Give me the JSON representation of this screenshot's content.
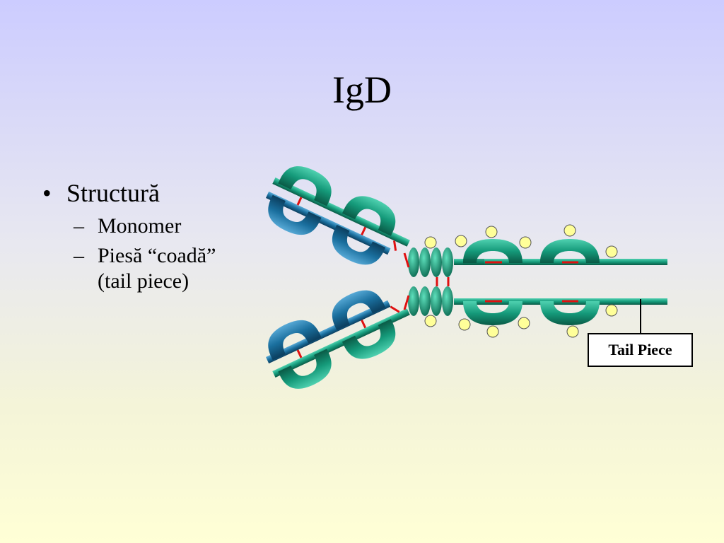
{
  "slide": {
    "title": "IgD",
    "bullets": {
      "main": "Structură",
      "sub": [
        {
          "line1": "Monomer"
        },
        {
          "line1": "Piesă “coadă”",
          "line2": "(tail piece)"
        }
      ]
    }
  },
  "diagram": {
    "tail_piece_label": "Tail Piece",
    "colors": {
      "heavy_chain": "#159a7a",
      "light_chain": "#1a6f9e",
      "disulfide_bond": "#e01010",
      "glycan": "#ffff99"
    }
  }
}
